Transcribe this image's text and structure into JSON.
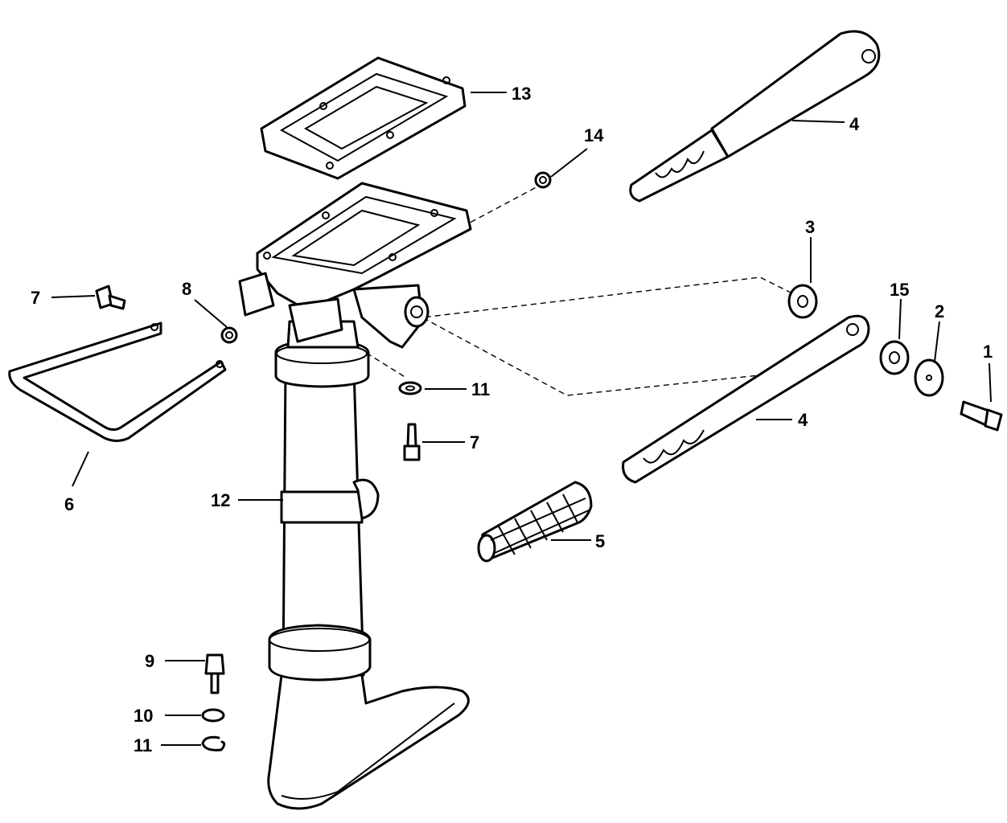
{
  "callouts": {
    "c1": "1",
    "c2": "2",
    "c3": "3",
    "c4a": "4",
    "c4b": "4",
    "c5": "5",
    "c6": "6",
    "c7a": "7",
    "c7b": "7",
    "c8": "8",
    "c9": "9",
    "c10": "10",
    "c11a": "11",
    "c11b": "11",
    "c12": "12",
    "c13": "13",
    "c14": "14",
    "c15": "15"
  },
  "colors": {
    "ink": "#000000",
    "paper": "#ffffff"
  }
}
